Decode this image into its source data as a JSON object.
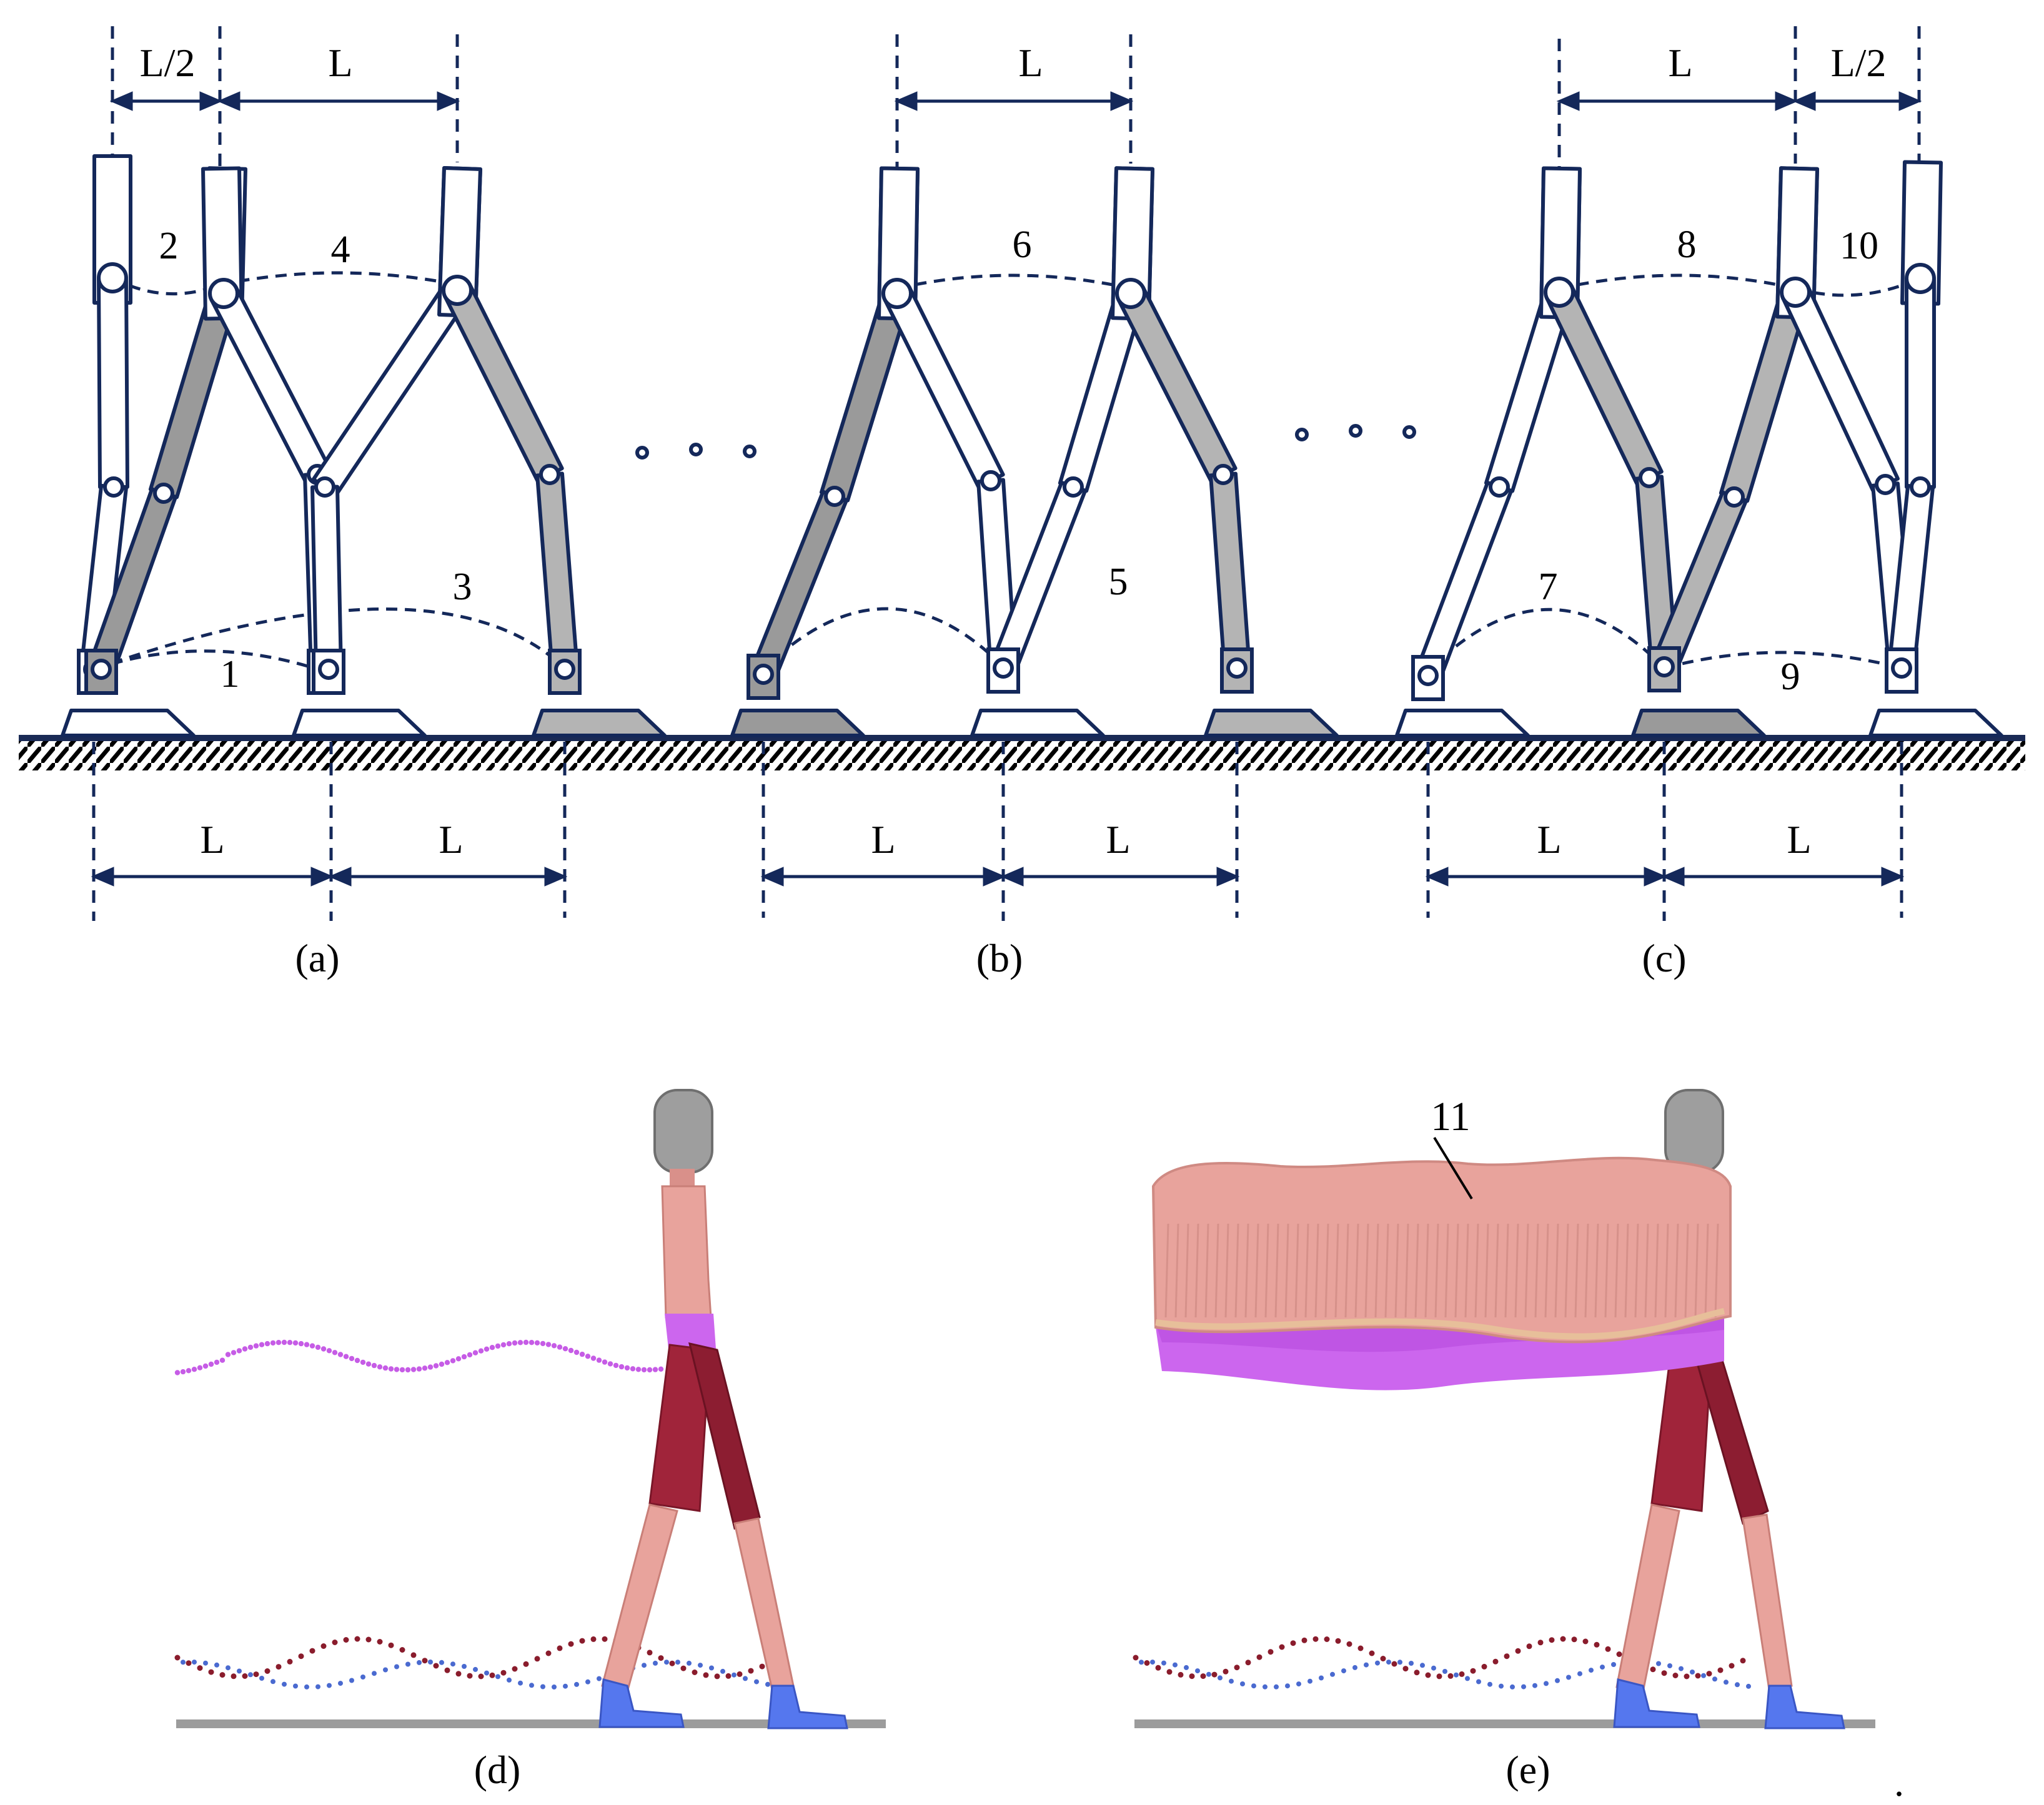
{
  "dim_labels": {
    "a_half": "L/2",
    "a_full": "L",
    "b_full": "L",
    "c_full": "L",
    "c_half": "L/2",
    "bottom": [
      "L",
      "L",
      "L",
      "L",
      "L",
      "L"
    ]
  },
  "trajectory_numbers": [
    "1",
    "2",
    "3",
    "4",
    "5",
    "6",
    "7",
    "8",
    "9",
    "10"
  ],
  "ellipsis": "· · ·",
  "panel_labels": {
    "a": "(a)",
    "b": "(b)",
    "c": "(c)",
    "d": "(d)",
    "e": "(e)"
  },
  "callout_label": "11",
  "trailing_mark": ".",
  "colors": {
    "navy": "#14285a",
    "link_fill_light": "#ffffff",
    "link_fill_shaded": "#b4b4b4",
    "link_fill_dark": "#9a9a9a",
    "thigh": "#a0243a",
    "skin": "#e8a39c",
    "pelvis": "#cc66ee",
    "foot": "#5577ee",
    "head": "#9e9e9e",
    "ground": "#9c9c9c",
    "pelvis_trail": "#c65ce6",
    "ankle_trail_dark": "#8a1c2c",
    "ankle_trail_blue": "#4a6ad0"
  }
}
